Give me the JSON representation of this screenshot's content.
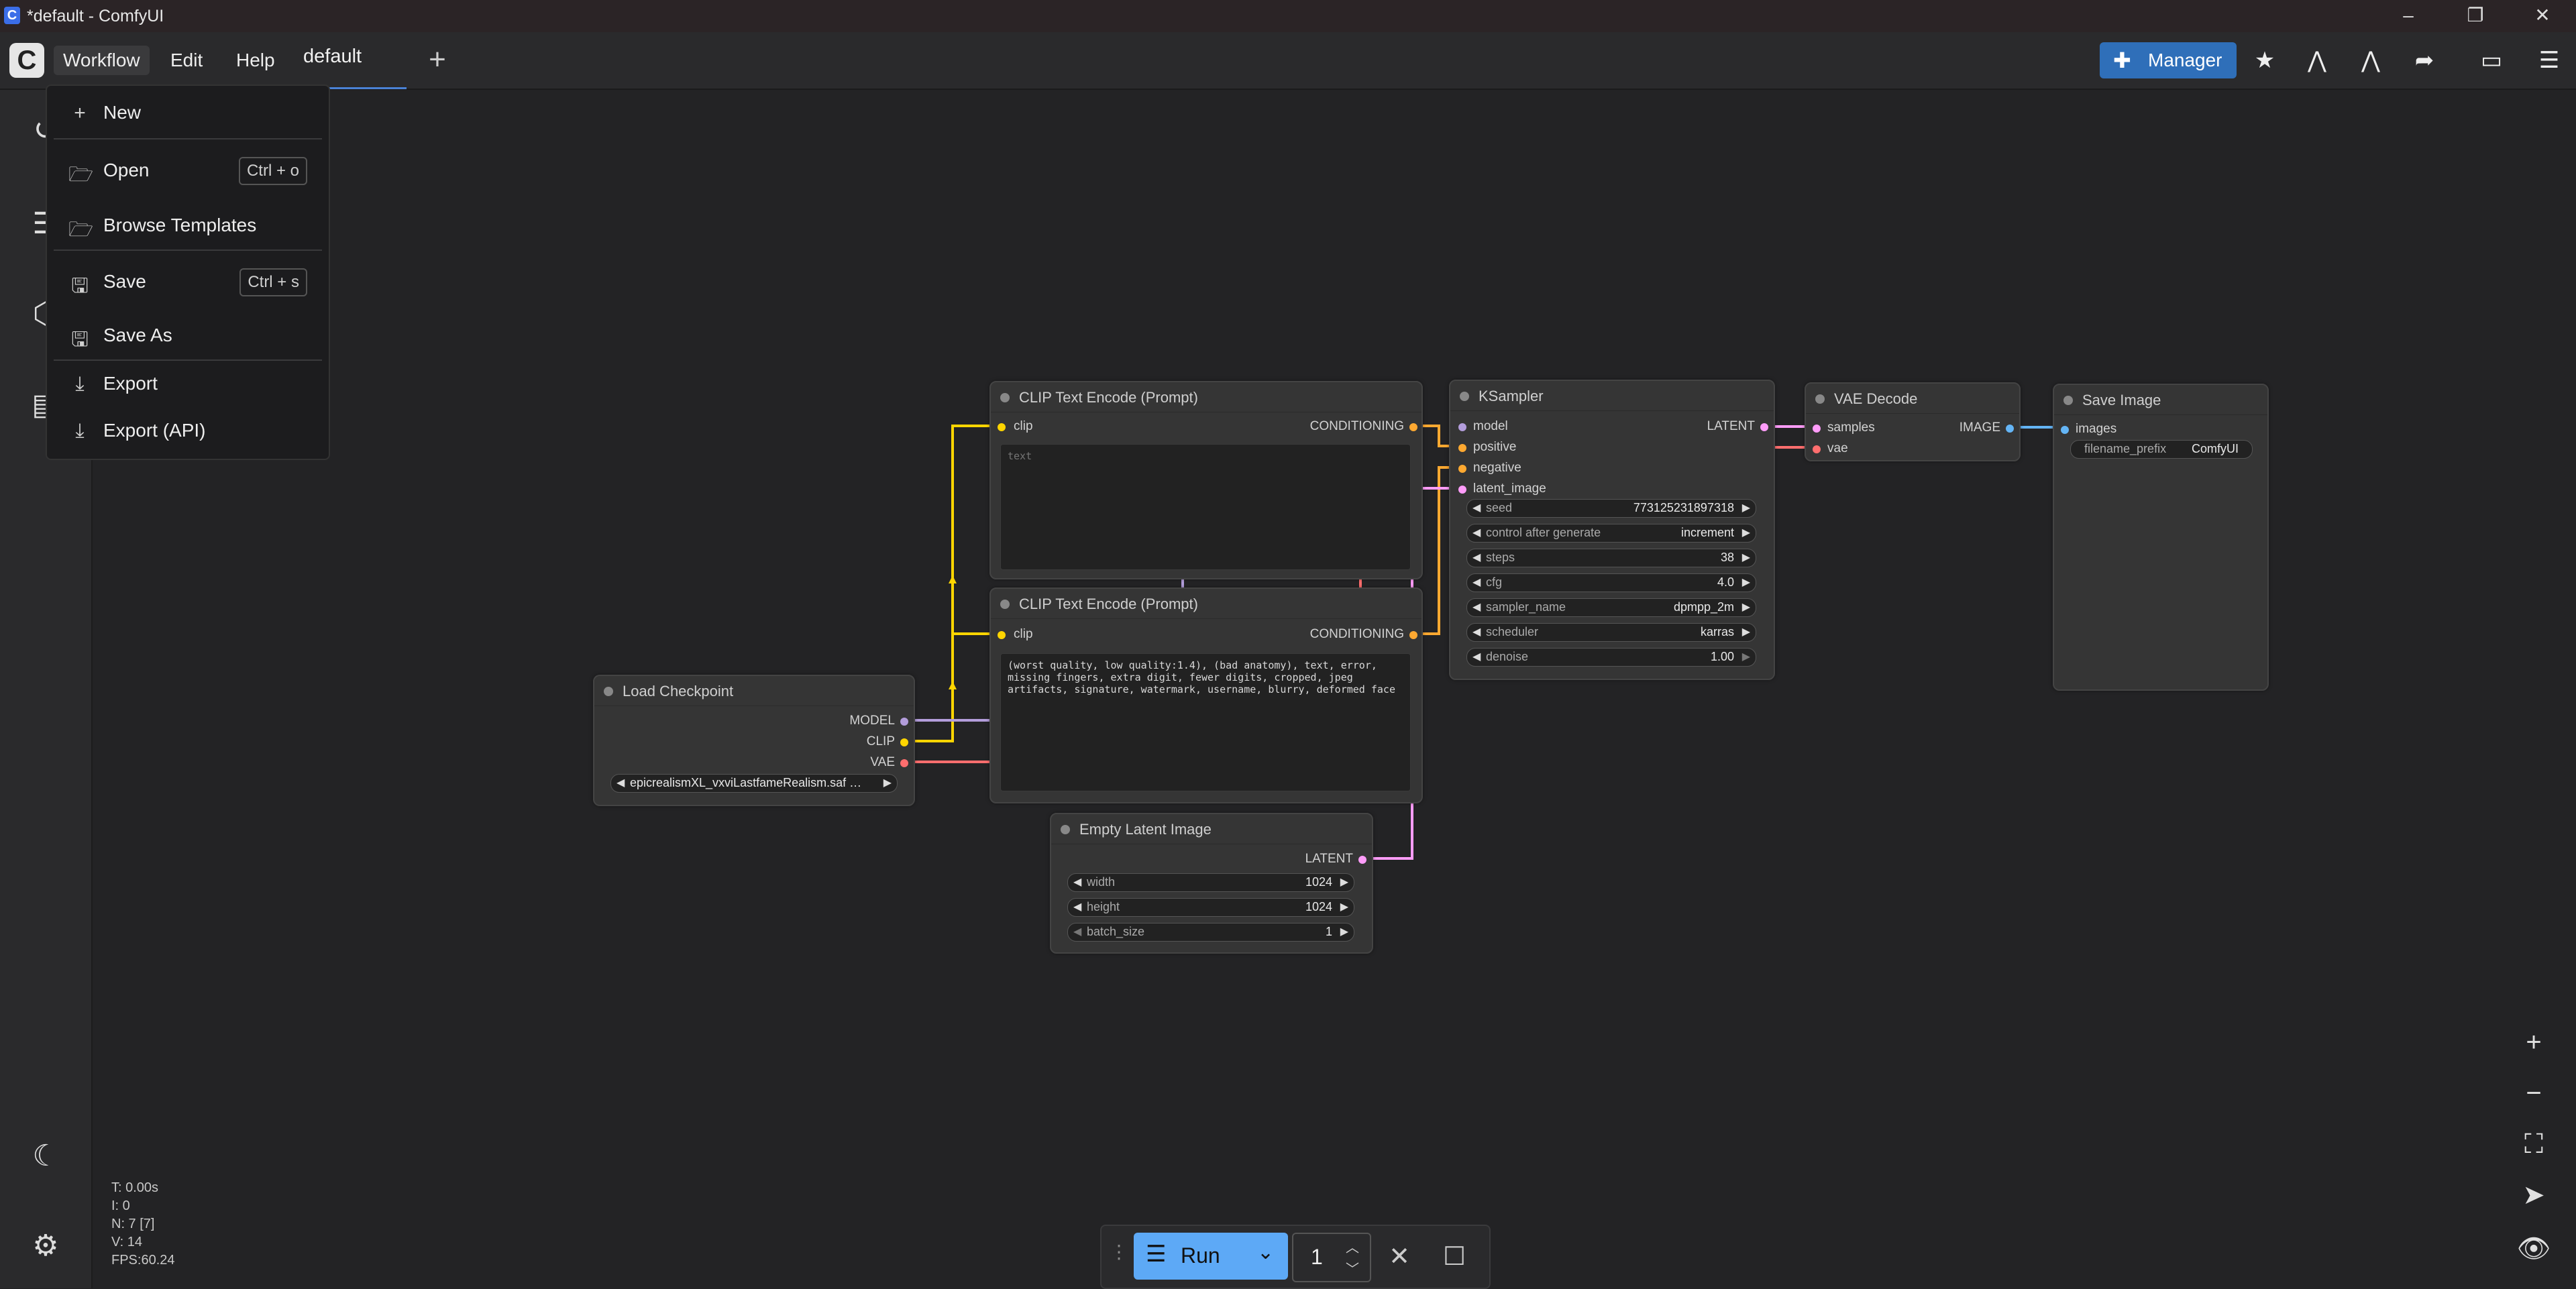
{
  "window": {
    "title": "*default - ComfyUI"
  },
  "menubar": {
    "items": [
      "Workflow",
      "Edit",
      "Help"
    ],
    "active_tab": "default",
    "manager_label": "Manager"
  },
  "workflow_menu": {
    "items": [
      {
        "label": "New",
        "icon": "plus-icon",
        "shortcut": ""
      },
      {
        "label": "Open",
        "icon": "folder-open-icon",
        "shortcut": "Ctrl + o"
      },
      {
        "label": "Browse Templates",
        "icon": "folder-open-icon",
        "shortcut": ""
      },
      {
        "label": "Save",
        "icon": "save-icon",
        "shortcut": "Ctrl + s"
      },
      {
        "label": "Save As",
        "icon": "save-icon",
        "shortcut": ""
      },
      {
        "label": "Export",
        "icon": "download-icon",
        "shortcut": ""
      },
      {
        "label": "Export (API)",
        "icon": "download-icon",
        "shortcut": ""
      }
    ]
  },
  "nodes": {
    "clip_pos": {
      "title": "CLIP Text Encode (Prompt)",
      "input": "clip",
      "output": "CONDITIONING",
      "placeholder": "text"
    },
    "clip_neg": {
      "title": "CLIP Text Encode (Prompt)",
      "input": "clip",
      "output": "CONDITIONING",
      "text": "(worst quality, low quality:1.4), (bad anatomy), text, error,\nmissing fingers, extra digit, fewer digits, cropped, jpeg\nartifacts, signature, watermark, username, blurry, deformed face"
    },
    "ksampler": {
      "title": "KSampler",
      "inputs": [
        "model",
        "positive",
        "negative",
        "latent_image"
      ],
      "output": "LATENT",
      "widgets": [
        {
          "label": "seed",
          "value": "773125231897318"
        },
        {
          "label": "control after generate",
          "value": "increment"
        },
        {
          "label": "steps",
          "value": "38"
        },
        {
          "label": "cfg",
          "value": "4.0"
        },
        {
          "label": "sampler_name",
          "value": "dpmpp_2m"
        },
        {
          "label": "scheduler",
          "value": "karras"
        },
        {
          "label": "denoise",
          "value": "1.00"
        }
      ]
    },
    "vae_decode": {
      "title": "VAE Decode",
      "inputs": [
        "samples",
        "vae"
      ],
      "output": "IMAGE"
    },
    "save_image": {
      "title": "Save Image",
      "input": "images",
      "widget_label": "filename_prefix",
      "widget_value": "ComfyUI"
    },
    "load_checkpoint": {
      "title": "Load Checkpoint",
      "outputs": [
        "MODEL",
        "CLIP",
        "VAE"
      ],
      "ckpt": "epicrealismXL_vxviLastfameRealism.saf …"
    },
    "empty_latent": {
      "title": "Empty Latent Image",
      "output": "LATENT",
      "widgets": [
        {
          "label": "width",
          "value": "1024"
        },
        {
          "label": "height",
          "value": "1024"
        },
        {
          "label": "batch_size",
          "value": "1"
        }
      ]
    }
  },
  "runbar": {
    "run_label": "Run",
    "count": "1"
  },
  "stats": [
    "T: 0.00s",
    "I: 0",
    "N: 7 [7]",
    "V: 14",
    "FPS:60.24"
  ],
  "colors": {
    "clip": "#ffd500",
    "model": "#b39ddb",
    "vae": "#ff6e6e",
    "conditioning": "#ffa931",
    "latent": "#ff9cf9",
    "image": "#64b5f6",
    "accent": "#2f6fb9"
  }
}
